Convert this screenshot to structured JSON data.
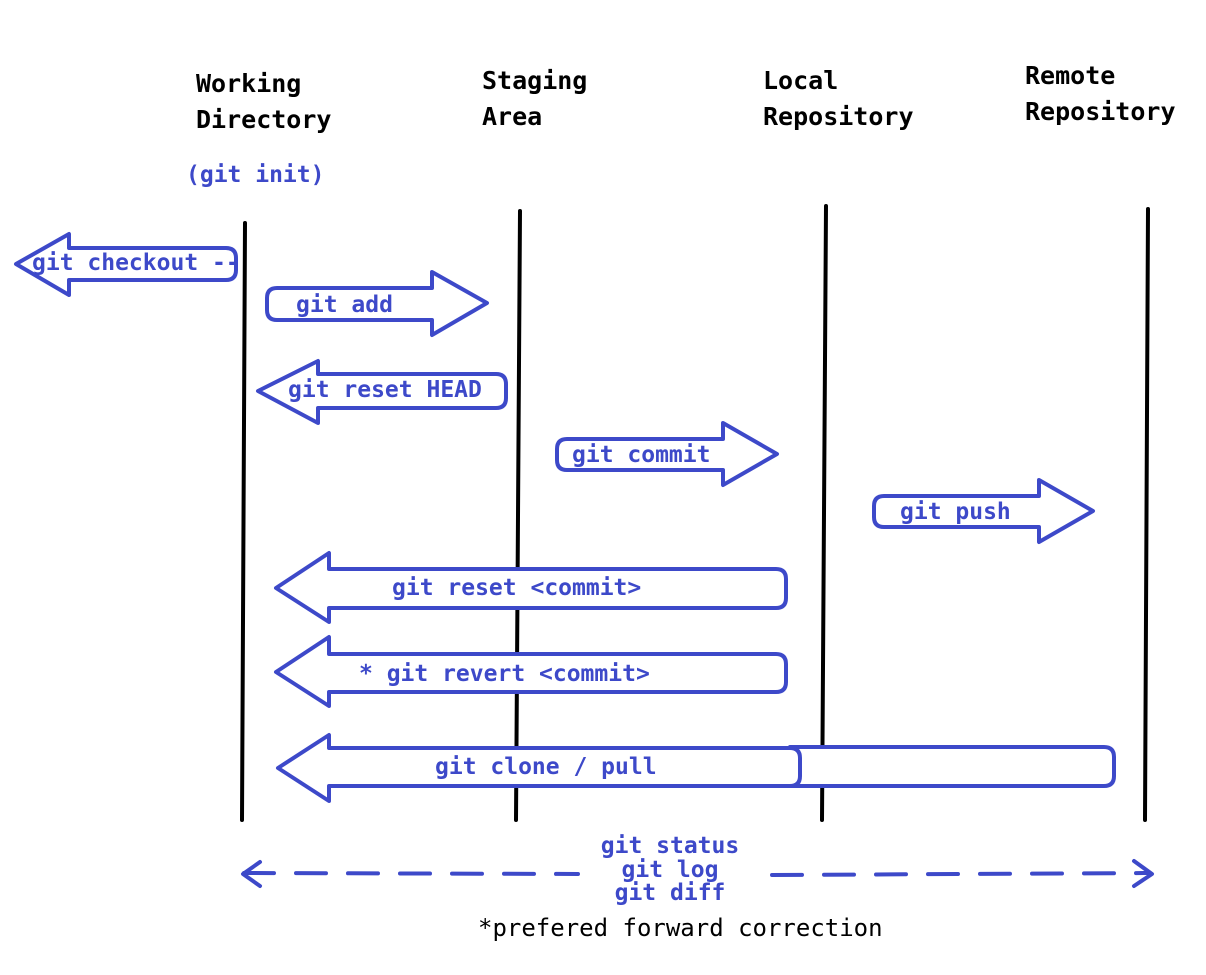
{
  "columns": [
    {
      "id": "working",
      "line1": "Working",
      "line2": "Directory"
    },
    {
      "id": "staging",
      "line1": "Staging",
      "line2": "Area"
    },
    {
      "id": "local",
      "line1": "Local",
      "line2": "Repository"
    },
    {
      "id": "remote",
      "line1": "Remote",
      "line2": "Repository"
    }
  ],
  "init_label": "(git init)",
  "commands": {
    "checkout": "git checkout --",
    "add": "git add",
    "reset_head": "git reset HEAD",
    "commit": "git commit",
    "push": "git push",
    "reset_commit": "git reset <commit>",
    "revert": "* git revert <commit>",
    "clone_pull": "git clone / pull"
  },
  "inspect_commands": [
    "git status",
    "git log",
    "git diff"
  ],
  "footnote": "*prefered forward correction",
  "colors": {
    "arrow": "#3d49c9",
    "line": "#000000",
    "background": "#ffffff"
  }
}
